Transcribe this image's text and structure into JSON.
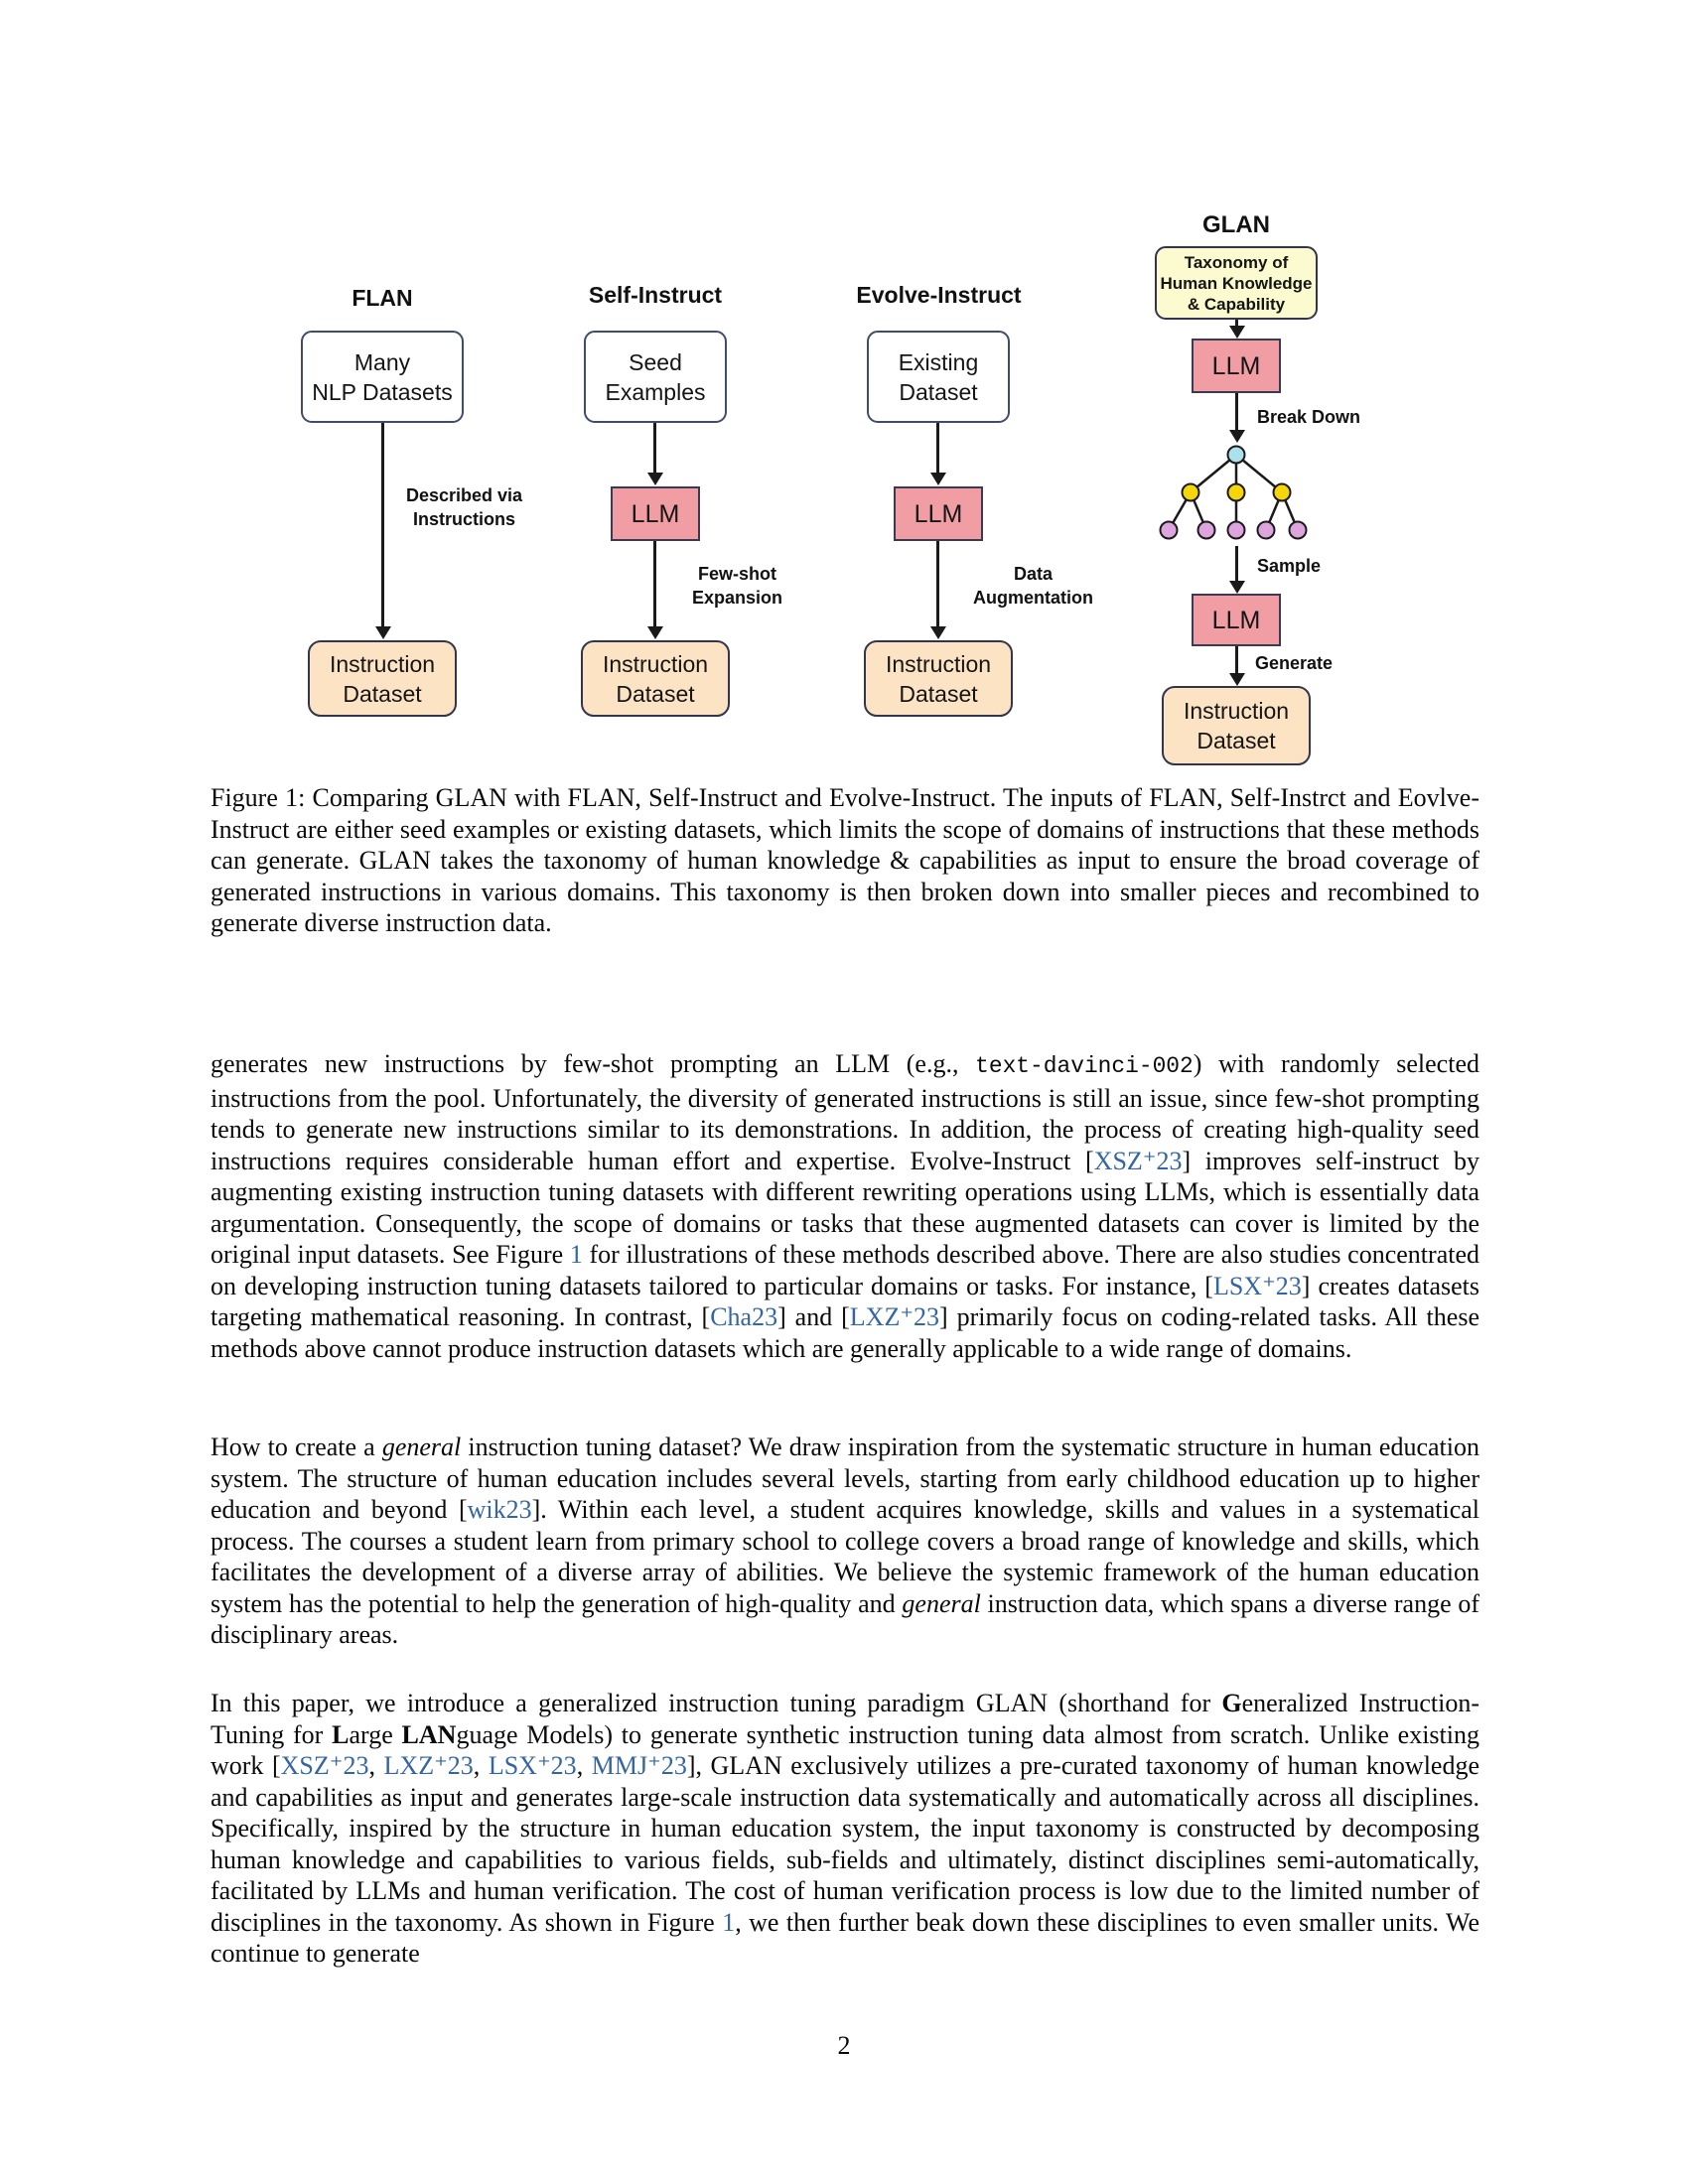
{
  "page": {
    "number": "2"
  },
  "colors": {
    "llm_fill": "#f09da4",
    "dataset_fill": "#fce3c4",
    "taxonomy_fill": "#fbfbcf",
    "link_blue": "#3465a4"
  },
  "figure": {
    "llm_label": "LLM",
    "flan": {
      "title": "FLAN",
      "input": [
        "Many",
        "NLP Datasets"
      ],
      "arrow_label": [
        "Described via",
        "Instructions"
      ],
      "output": [
        "Instruction",
        "Dataset"
      ]
    },
    "self_instruct": {
      "title": "Self-Instruct",
      "input": [
        "Seed",
        "Examples"
      ],
      "arrow_label": [
        "Few-shot",
        "Expansion"
      ],
      "output": [
        "Instruction",
        "Dataset"
      ]
    },
    "evolve_instruct": {
      "title": "Evolve-Instruct",
      "input": [
        "Existing",
        "Dataset"
      ],
      "arrow_label": [
        "Data",
        "Augmentation"
      ],
      "output": [
        "Instruction",
        "Dataset"
      ]
    },
    "glan": {
      "title": "GLAN",
      "taxonomy": [
        "Taxonomy of",
        "Human Knowledge",
        "& Capability"
      ],
      "break_down_label": "Break Down",
      "sample_label": "Sample",
      "generate_label": "Generate",
      "output": [
        "Instruction",
        "Dataset"
      ],
      "tree": {
        "root_color": "#ace0ea",
        "mid_color": "#f6d50a",
        "leaf_color": "#dda4dd"
      }
    }
  },
  "caption": {
    "text": "Figure 1: Comparing GLAN with FLAN, Self-Instruct and Evolve-Instruct. The inputs of FLAN, Self-Instrct and Eovlve-Instruct are either seed examples or existing datasets, which limits the scope of domains of instructions that these methods can generate. GLAN takes the taxonomy of human knowledge & capabilities as input to ensure the broad coverage of generated instructions in various domains. This taxonomy is then broken down into smaller pieces and recombined to generate diverse instruction data."
  },
  "body": {
    "paragraphs": [
      {
        "segments": [
          {
            "s": "p",
            "t": "generates new instructions by few-shot prompting an LLM (e.g., "
          },
          {
            "s": "m",
            "t": "text-davinci-002"
          },
          {
            "s": "p",
            "t": ") with randomly selected instructions from the pool. Unfortunately, the diversity of generated instructions is still an issue, since few-shot prompting tends to generate new instructions similar to its demonstrations. In addition, the process of creating high-quality seed instructions requires considerable human effort and expertise. Evolve-Instruct ["
          },
          {
            "s": "c",
            "t": "XSZ⁺23"
          },
          {
            "s": "p",
            "t": "] improves self-instruct by augmenting existing instruction tuning datasets with different rewriting operations using LLMs, which is essentially data argumentation. Consequently, the scope of domains or tasks that these augmented datasets can cover is limited by the original input datasets. See Figure "
          },
          {
            "s": "c",
            "t": "1"
          },
          {
            "s": "p",
            "t": " for illustrations of these methods described above. There are also studies concentrated on developing instruction tuning datasets tailored to particular domains or tasks. For instance, ["
          },
          {
            "s": "c",
            "t": "LSX⁺23"
          },
          {
            "s": "p",
            "t": "] creates datasets targeting mathematical reasoning. In contrast, ["
          },
          {
            "s": "c",
            "t": "Cha23"
          },
          {
            "s": "p",
            "t": "] and ["
          },
          {
            "s": "c",
            "t": "LXZ⁺23"
          },
          {
            "s": "p",
            "t": "] primarily focus on coding-related tasks. All these methods above cannot produce instruction datasets which are generally applicable to a wide range of domains."
          }
        ]
      },
      {
        "segments": [
          {
            "s": "p",
            "t": "How to create a "
          },
          {
            "s": "i",
            "t": "general"
          },
          {
            "s": "p",
            "t": " instruction tuning dataset? We draw inspiration from the systematic structure in human education system. The structure of human education includes several levels, starting from early childhood education up to higher education and beyond ["
          },
          {
            "s": "c",
            "t": "wik23"
          },
          {
            "s": "p",
            "t": "]. Within each level, a student acquires knowledge, skills and values in a systematical process. The courses a student learn from primary school to college covers a broad range of knowledge and skills, which facilitates the development of a diverse array of abilities. We believe the systemic framework of the human education system has the potential to help the generation of high-quality and "
          },
          {
            "s": "i",
            "t": "general"
          },
          {
            "s": "p",
            "t": " instruction data, which spans a diverse range of disciplinary areas."
          }
        ]
      },
      {
        "segments": [
          {
            "s": "p",
            "t": "In this paper, we introduce a generalized instruction tuning paradigm GLAN (shorthand for "
          },
          {
            "s": "b",
            "t": "G"
          },
          {
            "s": "p",
            "t": "eneralized Instruction-Tuning for "
          },
          {
            "s": "b",
            "t": "L"
          },
          {
            "s": "p",
            "t": "arge "
          },
          {
            "s": "b",
            "t": "LAN"
          },
          {
            "s": "p",
            "t": "guage Models) to generate synthetic instruction tuning data almost from scratch. Unlike existing work ["
          },
          {
            "s": "c",
            "t": "XSZ⁺23"
          },
          {
            "s": "p",
            "t": ", "
          },
          {
            "s": "c",
            "t": "LXZ⁺23"
          },
          {
            "s": "p",
            "t": ", "
          },
          {
            "s": "c",
            "t": "LSX⁺23"
          },
          {
            "s": "p",
            "t": ", "
          },
          {
            "s": "c",
            "t": "MMJ⁺23"
          },
          {
            "s": "p",
            "t": "], GLAN exclusively utilizes a pre-curated taxonomy of human knowledge and capabilities as input and generates large-scale instruction data systematically and automatically across all disciplines. Specifically, inspired by the structure in human education system, the input taxonomy is constructed by decomposing human knowledge and capabilities to various fields, sub-fields and ultimately, distinct disciplines semi-automatically, facilitated by LLMs and human verification. The cost of human verification process is low due to the limited number of disciplines in the taxonomy. As shown in Figure "
          },
          {
            "s": "c",
            "t": "1"
          },
          {
            "s": "p",
            "t": ", we then further beak down these disciplines to even smaller units. We continue to generate"
          }
        ]
      }
    ]
  }
}
